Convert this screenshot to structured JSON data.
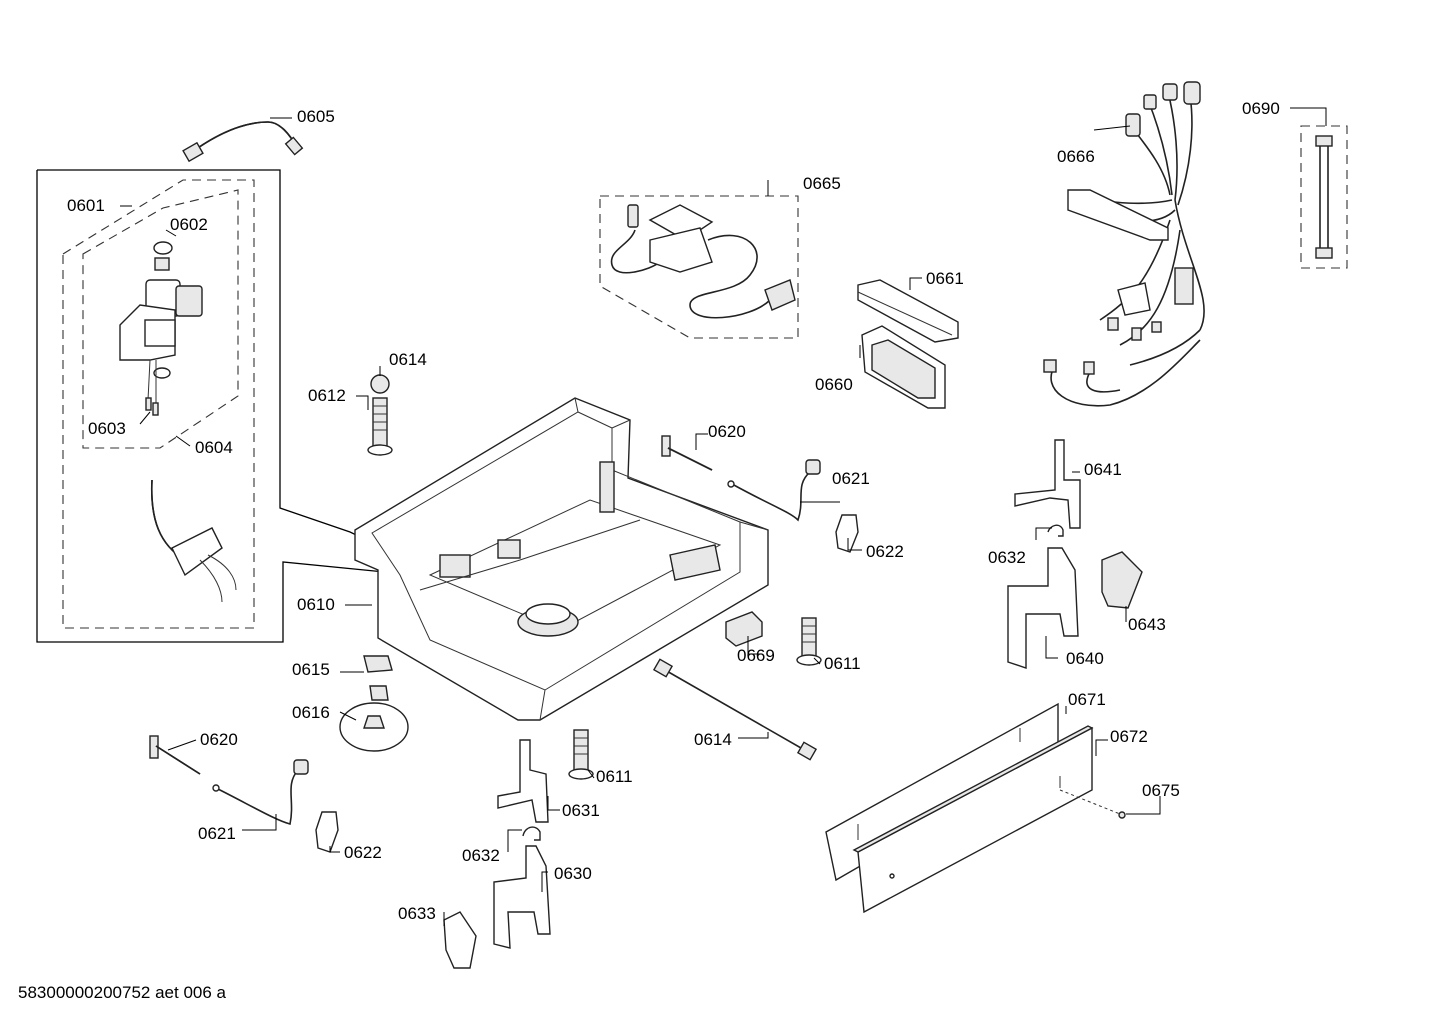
{
  "doc_id": "58300000200752 aet 006 a",
  "labels": {
    "p0605": "0605",
    "p0601": "0601",
    "p0602": "0602",
    "p0603": "0603",
    "p0604": "0604",
    "p0665": "0665",
    "p0666": "0666",
    "p0690": "0690",
    "p0661": "0661",
    "p0660": "0660",
    "p0614a": "0614",
    "p0612": "0612",
    "p0620a": "0620",
    "p0621a": "0621",
    "p0622a": "0622",
    "p0641": "0641",
    "p0632a": "0632",
    "p0643": "0643",
    "p0640": "0640",
    "p0610": "0610",
    "p0669": "0669",
    "p0611a": "0611",
    "p0615": "0615",
    "p0616": "0616",
    "p0620b": "0620",
    "p0621b": "0621",
    "p0622b": "0622",
    "p0614b": "0614",
    "p0611b": "0611",
    "p0631": "0631",
    "p0632b": "0632",
    "p0630": "0630",
    "p0633": "0633",
    "p0671": "0671",
    "p0672": "0672",
    "p0675": "0675"
  }
}
